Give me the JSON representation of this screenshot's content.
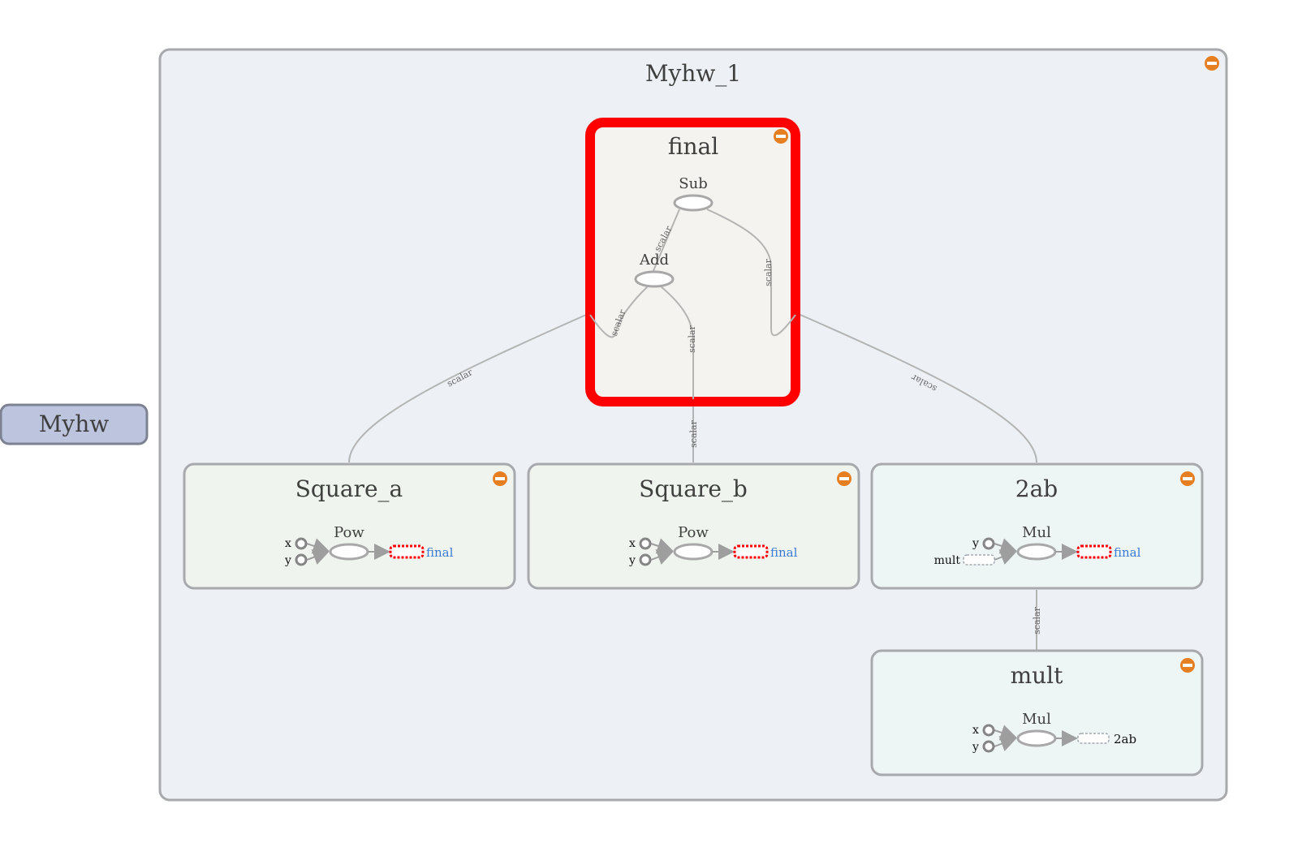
{
  "colors": {
    "outer_fill": "#edf0f5",
    "outer_stroke": "#a8a9ad",
    "final_fill": "#f4f3ef",
    "highlight_stroke": "#ff0000",
    "square_fill": "#f0f4ef",
    "ab_fill": "#eef5f5",
    "collapsed_fill": "#bcc5dd",
    "collapsed_stroke": "#7c8291",
    "collapse_button": "#e67e22",
    "ref_text": "#3a7bd5"
  },
  "collapsed_node": {
    "label": "Myhw"
  },
  "outer": {
    "title": "Myhw_1",
    "icon": "collapse-icon"
  },
  "final": {
    "title": "final",
    "sub_label": "Sub",
    "add_label": "Add",
    "edge_labels": [
      "scalar",
      "scalar",
      "scalar",
      "scalar"
    ]
  },
  "square_a": {
    "title": "Square_a",
    "op": "Pow",
    "ports": [
      "x",
      "y"
    ],
    "ref": "final"
  },
  "square_b": {
    "title": "Square_b",
    "op": "Pow",
    "ports": [
      "x",
      "y"
    ],
    "ref": "final"
  },
  "two_ab": {
    "title": "2ab",
    "op": "Mul",
    "ports": [
      "y",
      "mult"
    ],
    "ref": "final"
  },
  "mult": {
    "title": "mult",
    "op": "Mul",
    "ports": [
      "x",
      "y"
    ],
    "ref": "2ab"
  },
  "outer_edge_labels": [
    "scalar",
    "scalar",
    "scalar",
    "scalar"
  ]
}
